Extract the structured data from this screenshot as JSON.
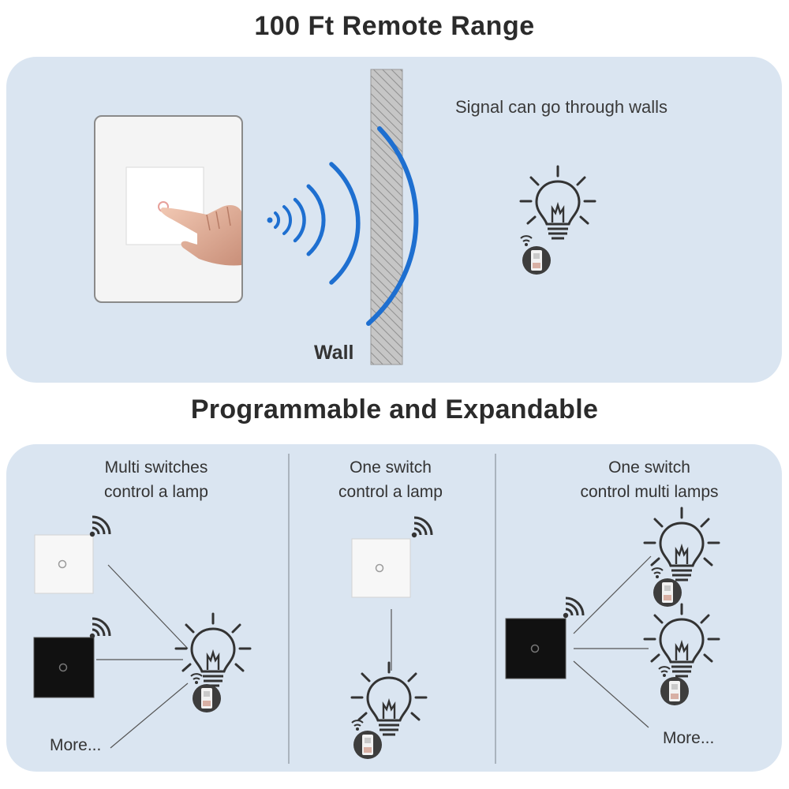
{
  "header": {
    "title": "100 Ft Remote Range"
  },
  "range_panel": {
    "signal_text": "Signal can go through walls",
    "wall_label": "Wall"
  },
  "section2": {
    "title": "Programmable and Expandable"
  },
  "columns": [
    {
      "caption_line1": "Multi switches",
      "caption_line2": "control a lamp",
      "more_label": "More..."
    },
    {
      "caption_line1": "One switch",
      "caption_line2": "control a lamp"
    },
    {
      "caption_line1": "One switch",
      "caption_line2": "control multi lamps",
      "more_label": "More..."
    }
  ],
  "icons": [
    "wifi-icon",
    "lightbulb-icon",
    "relay-module-icon",
    "hand-icon",
    "wall-icon"
  ],
  "colors": {
    "panel": "#dae5f1",
    "signal_wave": "#1e6fd0",
    "text": "#333333"
  }
}
